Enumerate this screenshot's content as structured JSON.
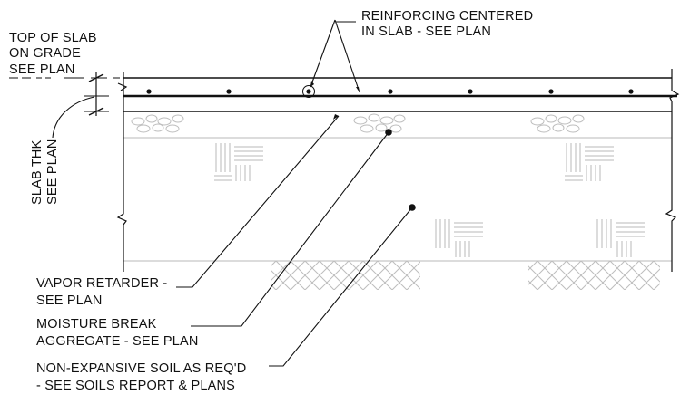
{
  "drawing": {
    "callouts": {
      "top_of_slab": [
        "TOP OF SLAB",
        "ON GRADE",
        "SEE PLAN"
      ],
      "reinforcing": [
        "REINFORCING CENTERED",
        "IN SLAB - SEE PLAN"
      ],
      "slab_thk": [
        "SLAB THK",
        "SEE PLAN"
      ],
      "vapor_retarder": [
        "VAPOR RETARDER -",
        "SEE PLAN"
      ],
      "moisture_break": [
        "MOISTURE BREAK",
        "AGGREGATE - SEE PLAN"
      ],
      "soil": [
        "NON-EXPANSIVE SOIL AS REQ'D",
        "- SEE SOILS REPORT & PLANS"
      ]
    }
  }
}
